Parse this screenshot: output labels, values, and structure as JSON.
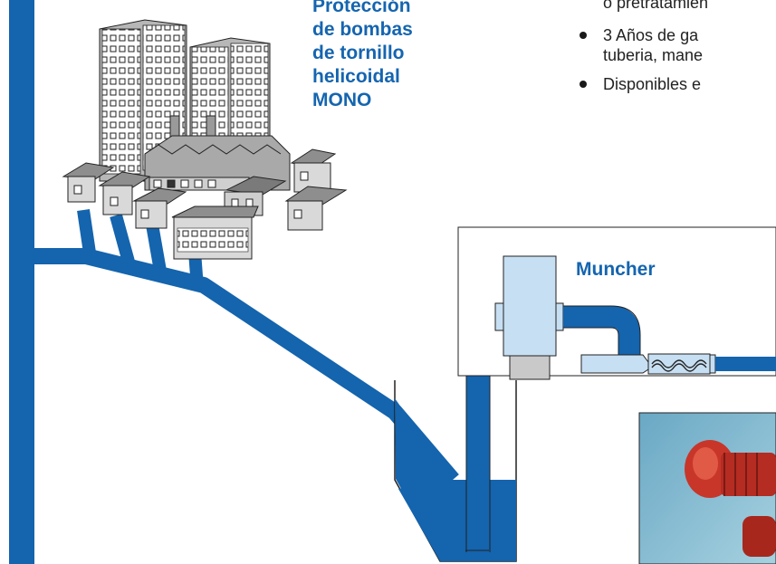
{
  "heading": {
    "line1": "Protección",
    "line2": "de bombas",
    "line3": "de tornillo",
    "line4": "helicoidal",
    "line5": "MONO"
  },
  "bullets": [
    {
      "line1": "o pretratamien",
      "line2": ""
    },
    {
      "line1": "3 Años de ga",
      "line2": "tuberia, mane"
    },
    {
      "line1": "Disponibles e",
      "line2": ""
    }
  ],
  "labels": {
    "muncher": "Muncher"
  },
  "colors": {
    "accent": "#1565b0",
    "pipe": "#1464ae",
    "water": "#1464ae",
    "building": "#b9b9b9",
    "roof": "#8e8e8e",
    "muncher_body": "#c7dff2",
    "photo_bg": "#7fb6cd",
    "motor": "#c8362a"
  }
}
